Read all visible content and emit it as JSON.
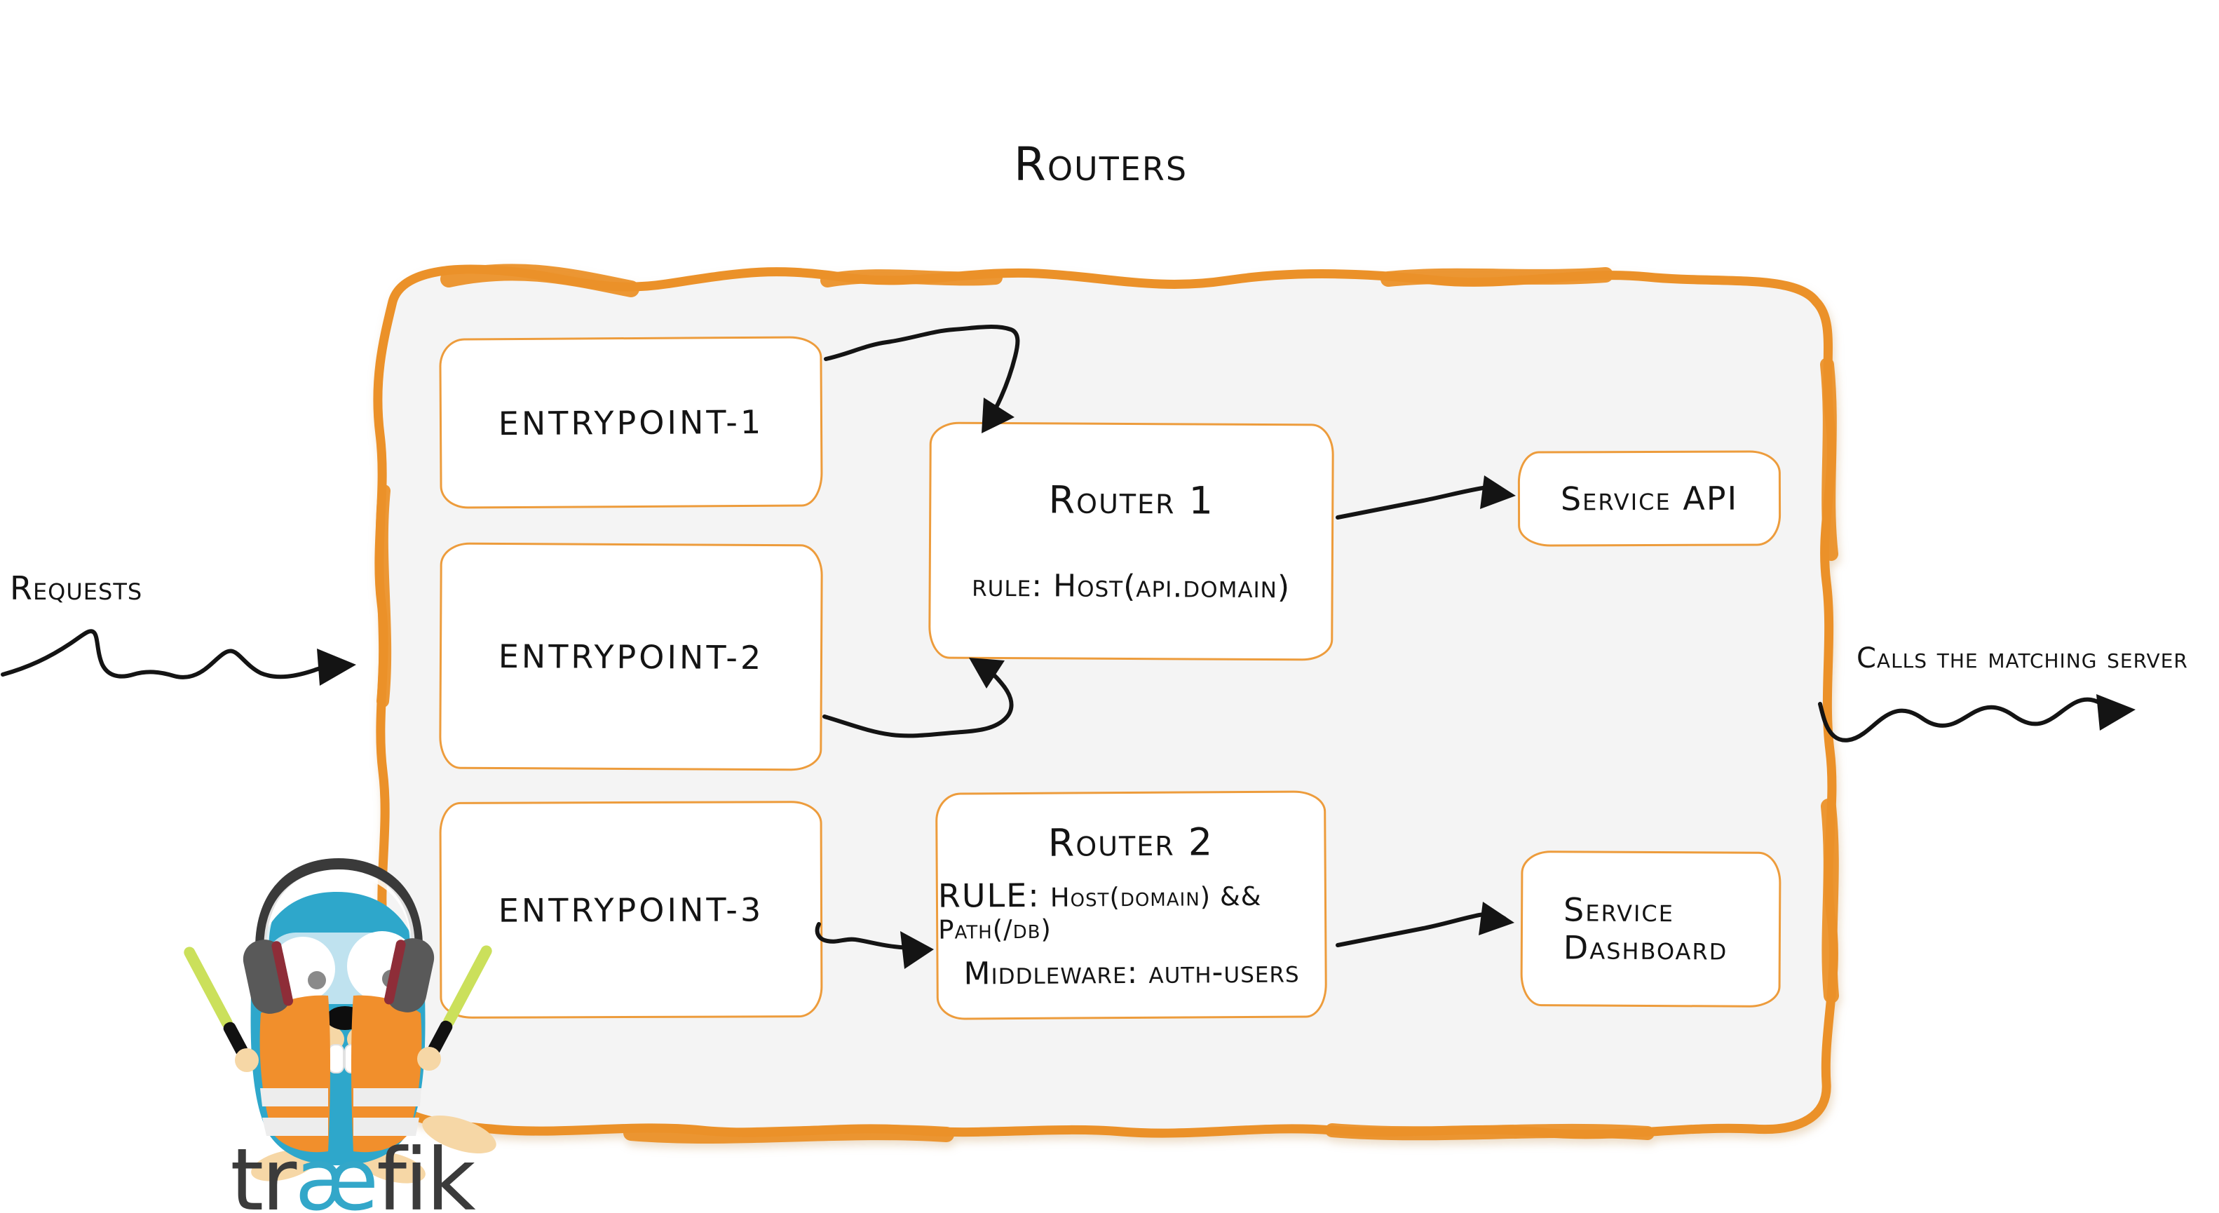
{
  "title": "Routers",
  "annotations": {
    "requests": "Requests",
    "calls": "Calls the matching server"
  },
  "entrypoints": [
    {
      "label": "entrypoint-1"
    },
    {
      "label": "entrypoint-2"
    },
    {
      "label": "entrypoint-3"
    }
  ],
  "routers": [
    {
      "name": "Router 1",
      "rule": "rule: Host(api.domain)"
    },
    {
      "name": "Router 2",
      "rule_label": "RULE:",
      "rule_value": "Host(domain) && Path(/db)",
      "middleware": "Middleware: auth-users"
    }
  ],
  "services": [
    {
      "label": "Service API"
    },
    {
      "line1": "Service",
      "line2": "Dashboard"
    }
  ],
  "logo": {
    "part1": "tr",
    "part2": "æ",
    "part3": "fik"
  },
  "colors": {
    "container_border": "#EB9129",
    "box_border": "#ED9C3C",
    "container_fill": "#F4F4F4",
    "ink": "#141414",
    "gopher_blue": "#2EA7CB",
    "logo_accent": "#33A7C9"
  }
}
